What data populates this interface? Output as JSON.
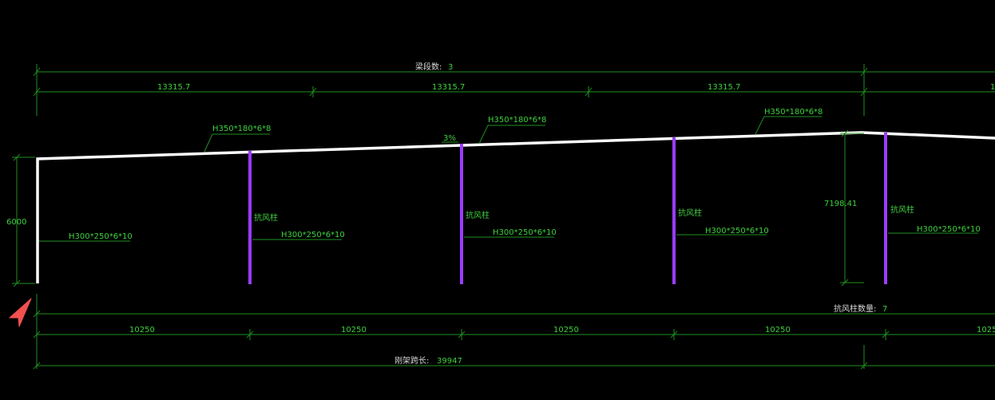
{
  "colors": {
    "background": "#000000",
    "dimension_line": "#1f8f1f",
    "dimension_text": "#3fd13f",
    "frame": "#ffffff",
    "wind_column": "#9a3cff",
    "cursor": "#f0504f"
  },
  "top_dimension": {
    "beam_segments_label": "梁段数:",
    "beam_segments_value": "3",
    "segment_lengths": [
      "13315.7",
      "13315.7",
      "13315.7",
      "1"
    ]
  },
  "rafter": {
    "section_labels": [
      "H350*180*6*8",
      "H350*180*6*8",
      "H350*180*6*8"
    ],
    "slope": "3%"
  },
  "left_column": {
    "height": "6000",
    "section": "H300*250*6*10"
  },
  "wind_columns": {
    "name": "抗风柱",
    "items": [
      {
        "name": "抗风柱",
        "section": "H300*250*6*10"
      },
      {
        "name": "抗风柱",
        "section": "H300*250*6*10"
      },
      {
        "name": "抗风柱",
        "section": "H300*250*6*10"
      },
      {
        "name": "抗风柱",
        "section": "H300*250*6*10"
      }
    ],
    "count_label": "抗风柱数量:",
    "count_value": "7"
  },
  "ridge_height": "7198.41",
  "bottom_dimension": {
    "spacings": [
      "10250",
      "10250",
      "10250",
      "10250",
      "1025"
    ],
    "span_label": "刚架跨长:",
    "span_value": "39947"
  },
  "icons": {
    "cursor": "arrow-cursor-icon"
  }
}
